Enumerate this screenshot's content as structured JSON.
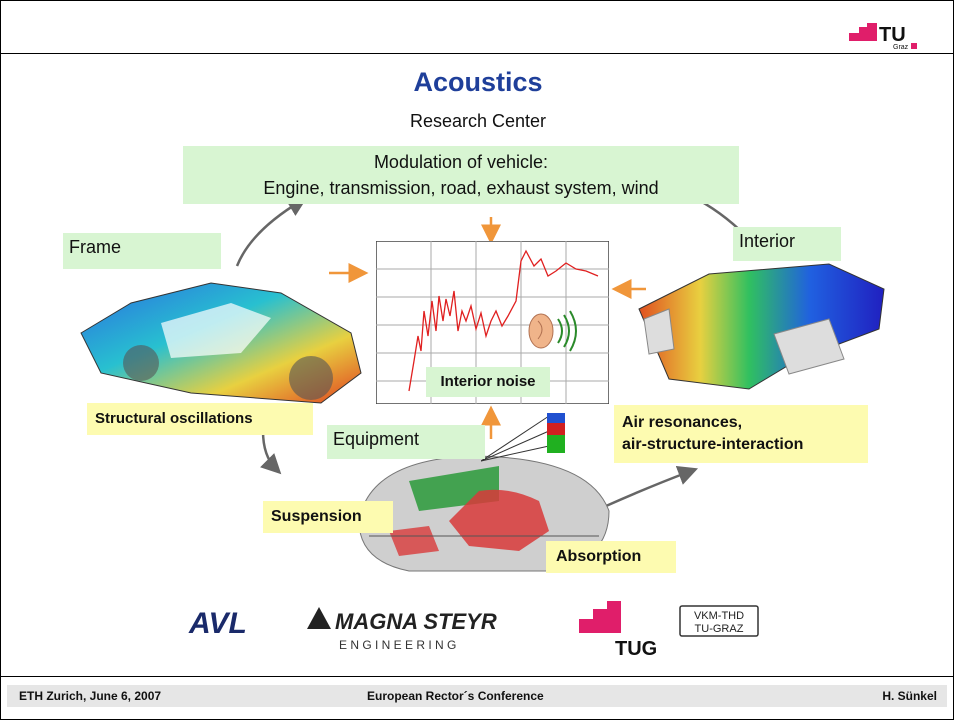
{
  "slide": {
    "title": "Acoustics",
    "subtitle": "Research Center",
    "modulation_line1": "Modulation of vehicle:",
    "modulation_line2": "Engine, transmission, road, exhaust system, wind",
    "frame_label": "Frame",
    "interior_label": "Interior",
    "equipment_label": "Equipment",
    "interior_noise_label": "Interior noise",
    "structural_label": "Structural oscillations",
    "air_label_line1": "Air resonances,",
    "air_label_line2": "air-structure-interaction",
    "suspension_label": "Suspension",
    "absorption_label": "Absorption"
  },
  "logos": {
    "tu_text": "TU",
    "tu_sub": "Graz",
    "avl": "AVL",
    "magna_line1": "MAGNA STEYR",
    "magna_line2": "E N G I N E E R I N G",
    "tug": "TUG",
    "vkm_line1": "VKM-THD",
    "vkm_line2": "TU-GRAZ"
  },
  "footer": {
    "left": "ETH Zurich, June 6, 2007",
    "center": "European Rector´s Conference",
    "right": "H. Sünkel"
  },
  "colors": {
    "title": "#1f3f9a",
    "green_box": "#d8f5d2",
    "yellow_box": "#fdfbb0",
    "arrow_orange": "#f0963a",
    "tu_magenta": "#e01e6a"
  }
}
